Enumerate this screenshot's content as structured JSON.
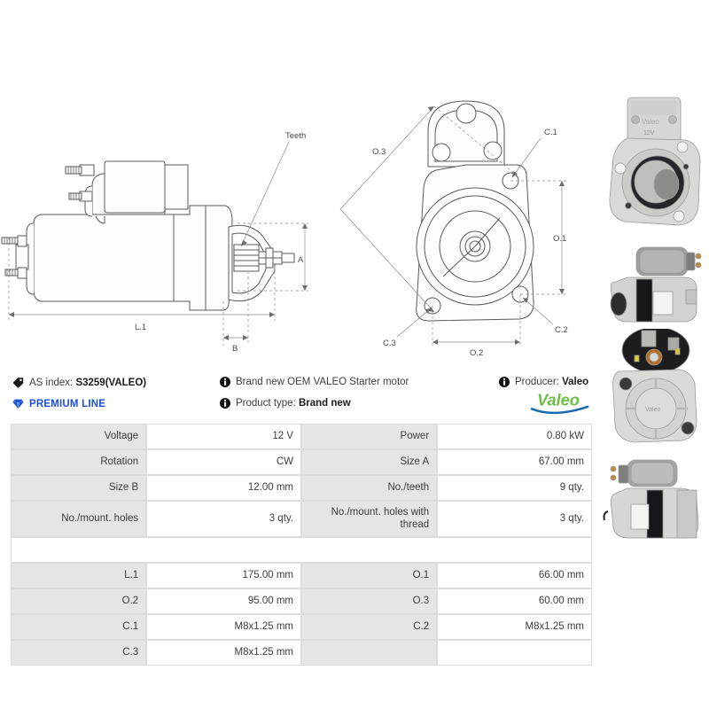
{
  "info": {
    "as_index_label": "AS index:",
    "as_index_value": "S3259(VALEO)",
    "premium_line": "PREMIUM LINE",
    "description": "Brand new OEM VALEO Starter motor",
    "product_type_label": "Product type:",
    "product_type_value": "Brand new",
    "producer_label": "Producer:",
    "producer_value": "Valeo",
    "brand_logo_text": "Valeo",
    "colors": {
      "premium_blue": "#1a4fd6",
      "valeo_green": "#6cbe45",
      "valeo_blue": "#1b6bb0"
    }
  },
  "drawings": {
    "side_view": {
      "labels": {
        "teeth": "Teeth",
        "size_a": "A",
        "length_l1": "L.1",
        "size_b": "B"
      }
    },
    "front_view": {
      "labels": {
        "o3": "O.3",
        "o1": "O.1",
        "o2": "O.2",
        "c1": "C.1",
        "c2": "C.2",
        "c3": "C.3"
      }
    }
  },
  "spec_table": {
    "rows": [
      {
        "k1": "Voltage",
        "v1": "12 V",
        "k2": "Power",
        "v2": "0.80 kW"
      },
      {
        "k1": "Rotation",
        "v1": "CW",
        "k2": "Size A",
        "v2": "67.00 mm"
      },
      {
        "k1": "Size B",
        "v1": "12.00 mm",
        "k2": "No./teeth",
        "v2": "9 qty."
      },
      {
        "k1": "No./mount. holes",
        "v1": "3 qty.",
        "k2": "No./mount. holes with thread",
        "v2": "3 qty."
      }
    ],
    "rows2": [
      {
        "k1": "L.1",
        "v1": "175.00 mm",
        "k2": "O.1",
        "v2": "66.00 mm"
      },
      {
        "k1": "O.2",
        "v1": "95.00 mm",
        "k2": "O.3",
        "v2": "60.00 mm"
      },
      {
        "k1": "C.1",
        "v1": "M8x1.25 mm",
        "k2": "C.2",
        "v2": "M8x1.25 mm"
      },
      {
        "k1": "C.3",
        "v1": "M8x1.25 mm",
        "k2": "",
        "v2": ""
      }
    ]
  }
}
